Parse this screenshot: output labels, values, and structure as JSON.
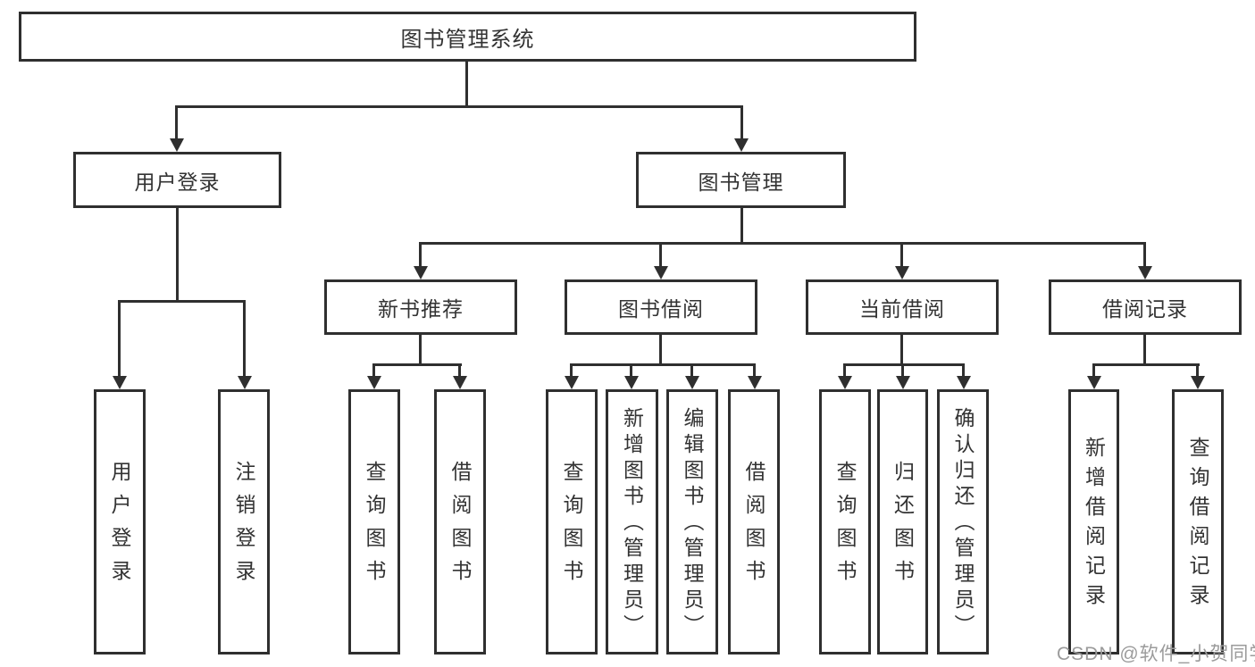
{
  "diagram": {
    "root": "图书管理系统",
    "children": [
      {
        "label": "用户登录",
        "children": [
          {
            "label": "用户登录"
          },
          {
            "label": "注销登录"
          }
        ]
      },
      {
        "label": "图书管理",
        "children": [
          {
            "label": "新书推荐",
            "children": [
              {
                "label": "查询图书"
              },
              {
                "label": "借阅图书"
              }
            ]
          },
          {
            "label": "图书借阅",
            "children": [
              {
                "label": "查询图书"
              },
              {
                "label": "新增图书（管理员）"
              },
              {
                "label": "编辑图书（管理员）"
              },
              {
                "label": "借阅图书"
              }
            ]
          },
          {
            "label": "当前借阅",
            "children": [
              {
                "label": "查询图书"
              },
              {
                "label": "归还图书"
              },
              {
                "label": "确认归还（管理员）"
              }
            ]
          },
          {
            "label": "借阅记录",
            "children": [
              {
                "label": "新增借阅记录"
              },
              {
                "label": "查询借阅记录"
              }
            ]
          }
        ]
      }
    ]
  },
  "watermark": "CSDN @软件_小贺同学",
  "colors": {
    "line": "#2f2f2f",
    "text": "#333333",
    "watermark": "#9b9b9b",
    "background": "#ffffff"
  }
}
